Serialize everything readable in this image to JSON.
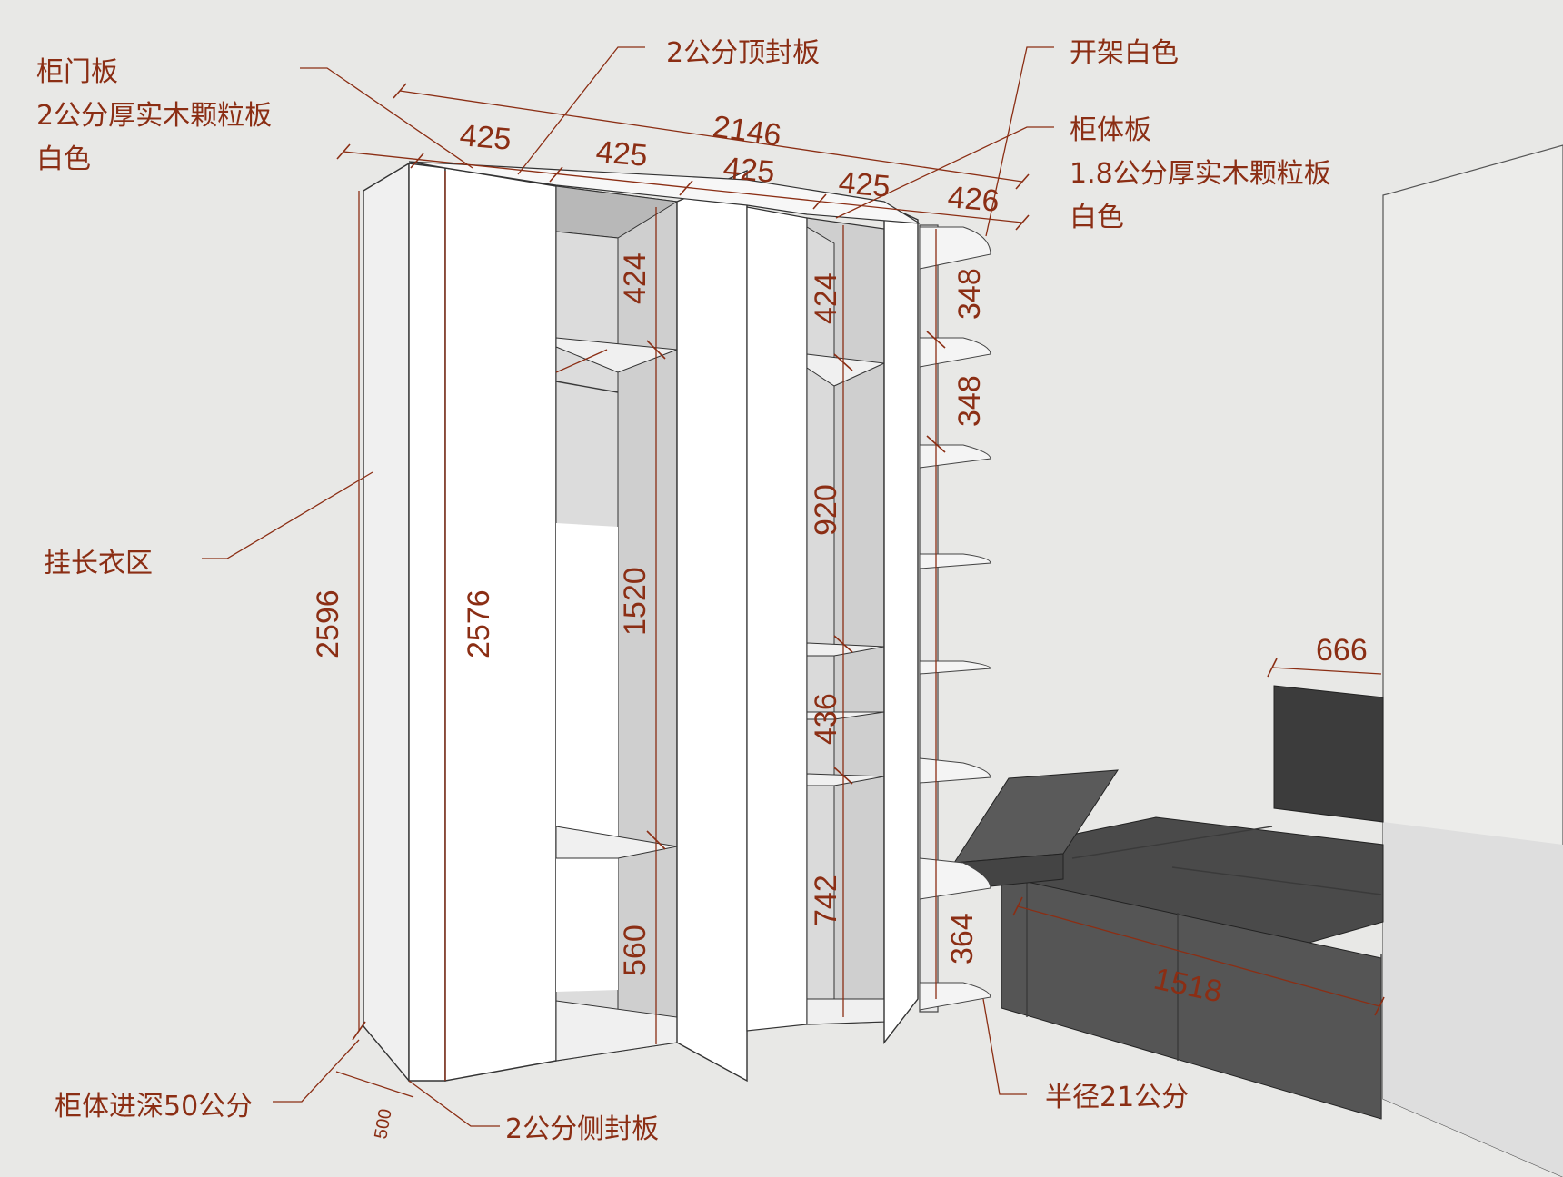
{
  "colors": {
    "annotation": "#8b2e14",
    "background": "#e8e8e6",
    "cabinet": "#ffffff",
    "interior": "#cfcfcf",
    "bed": "#505050"
  },
  "callouts": {
    "door_panel": [
      "柜门板",
      "2公分厚实木颗粒板",
      "白色"
    ],
    "top_panel": "2公分顶封板",
    "open_shelf": "开架白色",
    "body_panel": [
      "柜体板",
      "1.8公分厚实木颗粒板",
      "白色"
    ],
    "long_hanging": "挂长衣区",
    "depth": "柜体进深50公分",
    "side_panel": "2公分侧封板",
    "radius": "半径21公分"
  },
  "dimensions": {
    "total_width": "2146",
    "widths": [
      "425",
      "425",
      "425",
      "425",
      "426"
    ],
    "total_height": "2596",
    "door_height": "2576",
    "left_upper": "424",
    "left_middle": "1520",
    "left_lower": "560",
    "right_upper": "424",
    "right_middle": "920",
    "right_lower1": "436",
    "right_lower2": "742",
    "shelf1": "348",
    "shelf2": "348",
    "shelf_low": "364",
    "depth_small": "500",
    "bed_width": "1518",
    "headboard": "666"
  }
}
